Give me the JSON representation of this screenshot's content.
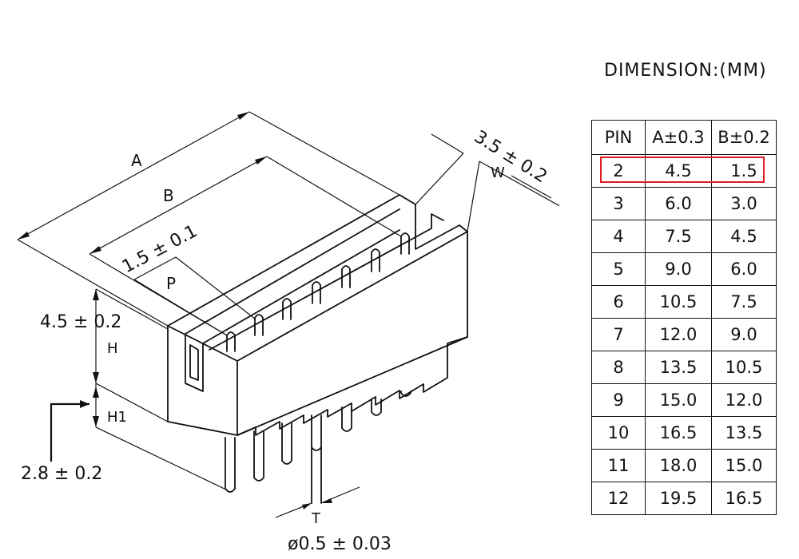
{
  "drawing": {
    "dim_A": "A",
    "dim_B": "B",
    "dim_pitch": "1.5 ± 0.1",
    "dim_P": "P",
    "dim_width": "3.5 ± 0.2",
    "dim_W": "W",
    "dim_height": "4.5 ± 0.2",
    "dim_H": "H",
    "dim_H1": "H1",
    "dim_tail": "2.8 ± 0.2",
    "dim_T": "T",
    "dim_pin_dia": "ø0.5 ± 0.03"
  },
  "table": {
    "title": "DIMENSION:(MM)",
    "headers": [
      "PIN",
      "A±0.3",
      "B±0.2"
    ],
    "rows": [
      [
        "2",
        "4.5",
        "1.5"
      ],
      [
        "3",
        "6.0",
        "3.0"
      ],
      [
        "4",
        "7.5",
        "4.5"
      ],
      [
        "5",
        "9.0",
        "6.0"
      ],
      [
        "6",
        "10.5",
        "7.5"
      ],
      [
        "7",
        "12.0",
        "9.0"
      ],
      [
        "8",
        "13.5",
        "10.5"
      ],
      [
        "9",
        "15.0",
        "12.0"
      ],
      [
        "10",
        "16.5",
        "13.5"
      ],
      [
        "11",
        "18.0",
        "15.0"
      ],
      [
        "12",
        "19.5",
        "16.5"
      ]
    ],
    "highlight_row": 0,
    "highlight_color": "#e01a22"
  }
}
